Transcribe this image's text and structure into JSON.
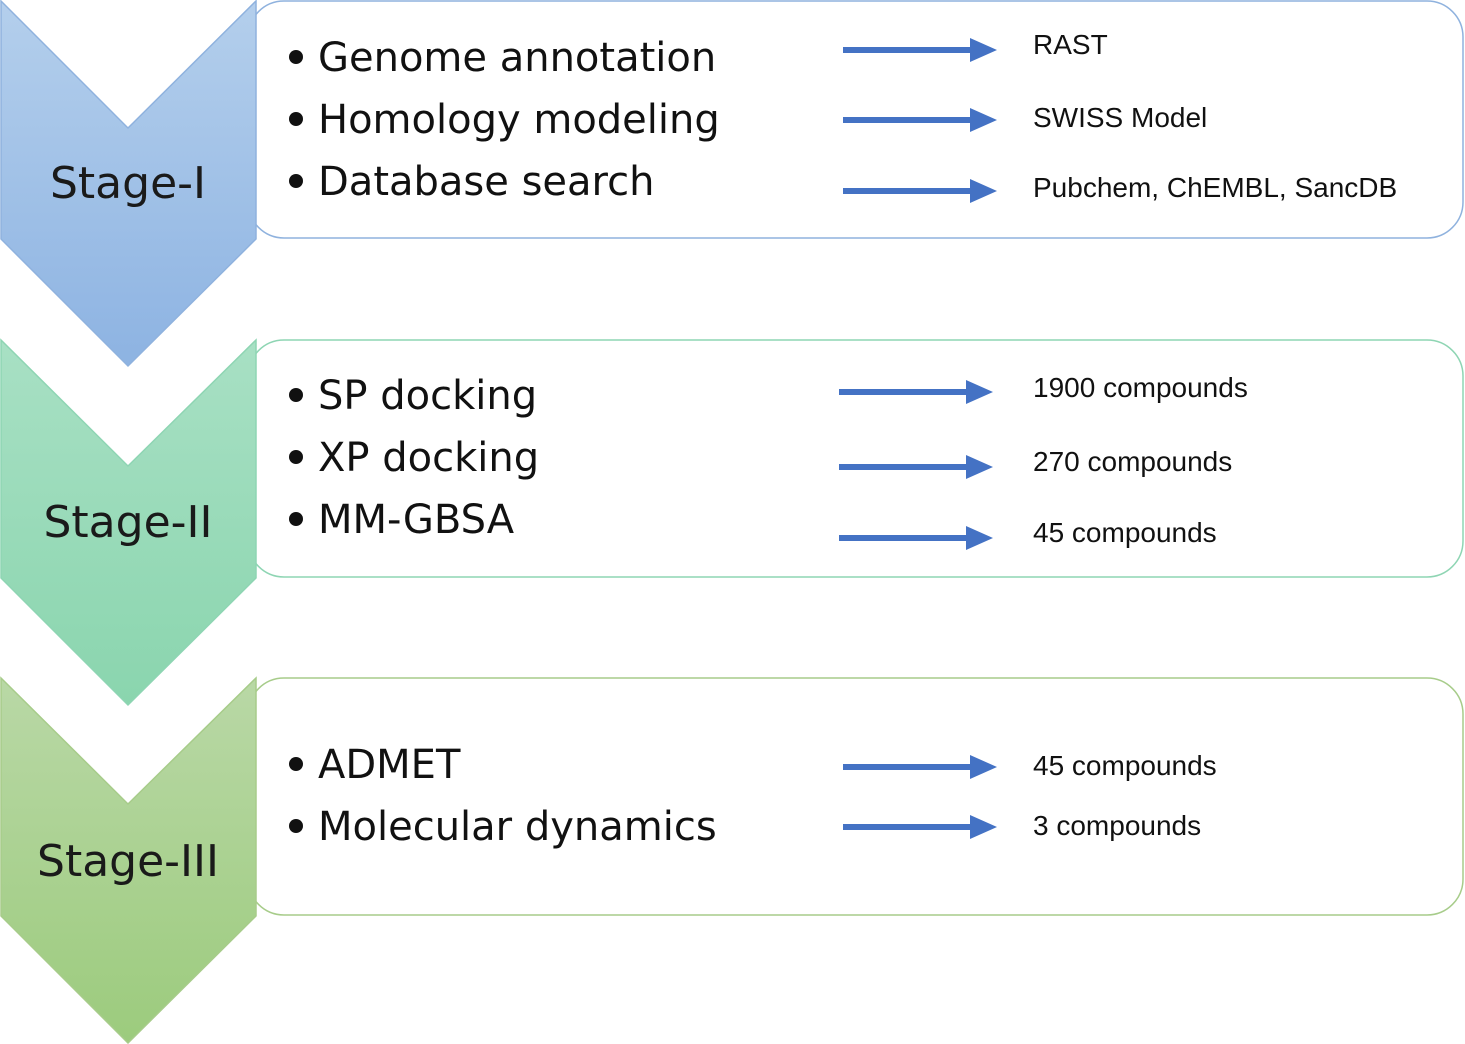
{
  "colors": {
    "arrow": "#4472C4",
    "stage1": {
      "top": "#B4CFEC",
      "bottom": "#8DB3E2",
      "border": "#8FB2DE"
    },
    "stage2": {
      "top": "#A8E0C4",
      "bottom": "#8AD5AE",
      "border": "#8ED5B3"
    },
    "stage3": {
      "top": "#B9D8A6",
      "bottom": "#9CCB7D",
      "border": "#A7CC8A"
    }
  },
  "stages": [
    {
      "label": "Stage-I",
      "items": [
        {
          "text": "Genome annotation",
          "result": "RAST"
        },
        {
          "text": "Homology modeling",
          "result": "SWISS Model"
        },
        {
          "text": "Database search",
          "result": "Pubchem, ChEMBL, SancDB"
        }
      ]
    },
    {
      "label": "Stage-II",
      "items": [
        {
          "text": "SP docking",
          "result": "1900 compounds"
        },
        {
          "text": "XP docking",
          "result": "270 compounds"
        },
        {
          "text": "MM-GBSA",
          "result": "45 compounds"
        }
      ]
    },
    {
      "label": "Stage-III",
      "items": [
        {
          "text": "ADMET",
          "result": "45 compounds"
        },
        {
          "text": "Molecular dynamics",
          "result": "3 compounds"
        }
      ]
    }
  ]
}
